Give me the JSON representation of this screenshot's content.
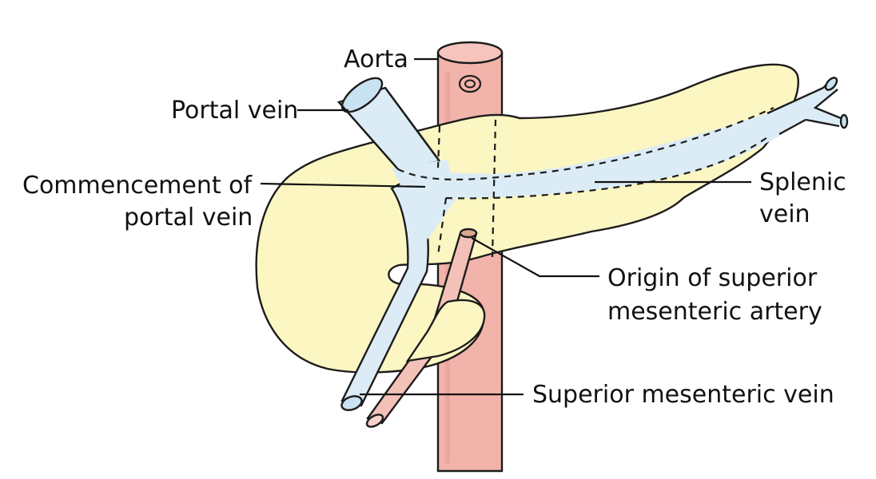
{
  "labels": {
    "aorta": "Aorta",
    "portal_vein": "Portal vein",
    "commencement_line1": "Commencement of",
    "commencement_line2": "portal vein",
    "splenic_line1": "Splenic",
    "splenic_line2": "vein",
    "sma_line1": "Origin of superior",
    "sma_line2": "mesenteric artery",
    "smv": "Superior mesenteric vein"
  },
  "colors": {
    "pancreas": "#fbf6c2",
    "vein": "#dcecf6",
    "artery": "#f3c1b8",
    "aorta": "#f2b3ab",
    "outline": "#1c1c1c"
  }
}
